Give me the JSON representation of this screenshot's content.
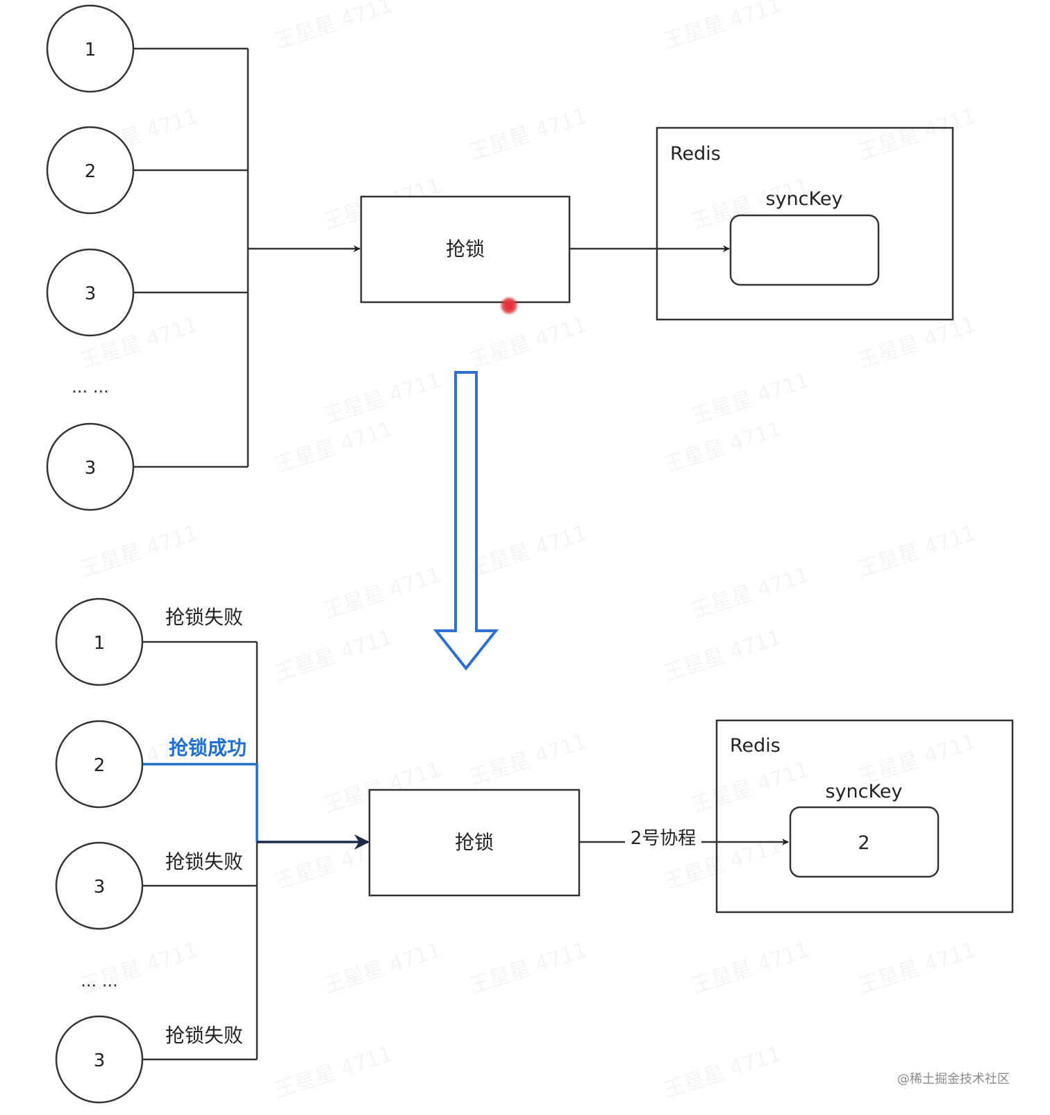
{
  "top": {
    "threads": [
      {
        "label": "1"
      },
      {
        "label": "2"
      },
      {
        "label": "3"
      },
      {
        "label": "3"
      }
    ],
    "ellipsis": "... ...",
    "lock_box_label": "抢锁",
    "redis_label": "Redis",
    "key_label": "syncKey",
    "key_value": ""
  },
  "bottom": {
    "threads": [
      {
        "label": "1",
        "status": "抢锁失败",
        "success": false
      },
      {
        "label": "2",
        "status": "抢锁成功",
        "success": true
      },
      {
        "label": "3",
        "status": "抢锁失败",
        "success": false
      },
      {
        "label": "3",
        "status": "抢锁失败",
        "success": false
      }
    ],
    "ellipsis": "... ...",
    "lock_box_label": "抢锁",
    "edge_label": "2号协程",
    "redis_label": "Redis",
    "key_label": "syncKey",
    "key_value": "2"
  },
  "watermark_text": "王星星 4711",
  "credit": "@稀土掘金技术社区",
  "colors": {
    "line": "#333333",
    "success": "#1f6fd1",
    "transition_arrow": "#2f6fd0",
    "pointer_dot": "#e0303a"
  }
}
